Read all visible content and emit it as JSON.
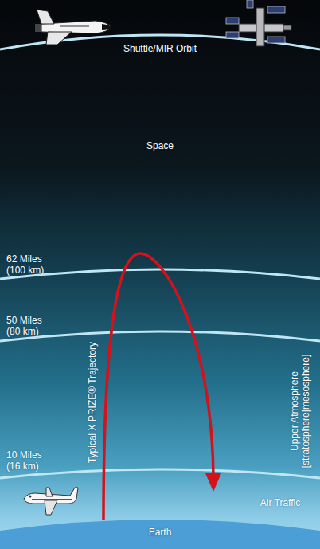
{
  "diagram": {
    "labels": [
      "Shuttle/MIR Orbit",
      "Space",
      "62 Miles (100 km)",
      "50 Miles (80 km)",
      "Typical X PRIZE® Trajectory",
      "Upper Atmosphere [stratosphere|mesosphere]",
      "10 Miles (16 km)",
      "Air Traffic",
      "Earth"
    ]
  }
}
